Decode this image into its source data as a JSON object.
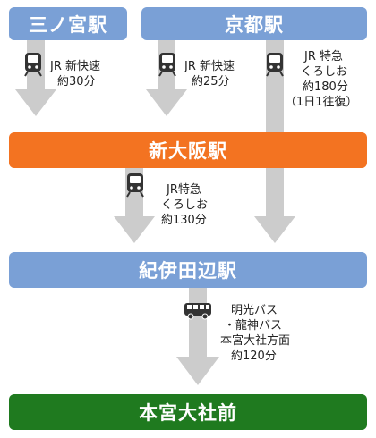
{
  "colors": {
    "origin": "#7aa0d6",
    "transfer": "#f37321",
    "junction": "#7aa0d6",
    "destination": "#1f7a1f",
    "arrow": "#cccccc",
    "icon": "#333333"
  },
  "stations": {
    "sannomiya": "三ノ宮駅",
    "kyoto": "京都駅",
    "shinosaka": "新大阪駅",
    "kiihanabe": "紀伊田辺駅",
    "hongu": "本宮大社前"
  },
  "routes": {
    "sannomiya_shinosaka": {
      "icon": "train-icon",
      "line1": "JR 新快速",
      "line2": "約30分"
    },
    "kyoto_shinosaka": {
      "icon": "train-icon",
      "line1": "JR 新快速",
      "line2": "約25分"
    },
    "kyoto_kiihanabe": {
      "icon": "train-icon",
      "line1": "JR 特急",
      "line2": "くろしお",
      "line3": "約180分",
      "line4": "（1日1往復）"
    },
    "shinosaka_kiihanabe": {
      "icon": "train-icon",
      "line1": "JR特急",
      "line2": "くろしお",
      "line3": "約130分"
    },
    "kiihanabe_hongu": {
      "icon": "bus-icon",
      "line1": "明光バス",
      "line2": "・龍神バス",
      "line3": "本宮大社方面",
      "line4": "約120分"
    }
  }
}
